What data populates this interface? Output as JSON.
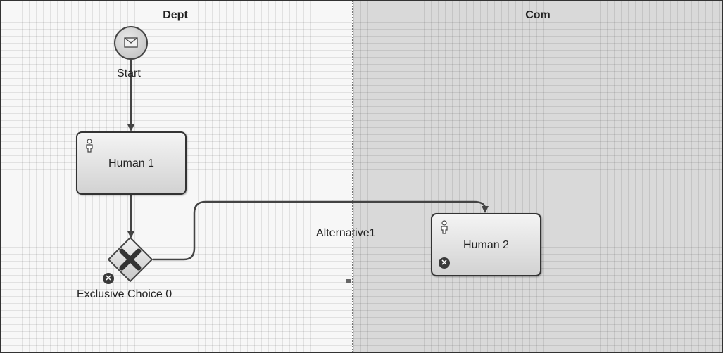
{
  "lanes": [
    {
      "name": "Dept"
    },
    {
      "name": "Com"
    }
  ],
  "events": {
    "start": {
      "label": "Start",
      "icon": "envelope-icon"
    }
  },
  "tasks": {
    "human1": {
      "label": "Human 1",
      "icon": "person-icon"
    },
    "human2": {
      "label": "Human 2",
      "icon": "person-icon",
      "badge": "x-icon"
    }
  },
  "gateways": {
    "exclusive": {
      "label": "Exclusive Choice 0",
      "badge": "x-icon"
    }
  },
  "flows": {
    "alternative1": {
      "label": "Alternative1"
    }
  },
  "colors": {
    "lane_dept_bg": "#f7f7f7",
    "lane_com_bg": "#d9d9d9",
    "stroke": "#333333"
  }
}
